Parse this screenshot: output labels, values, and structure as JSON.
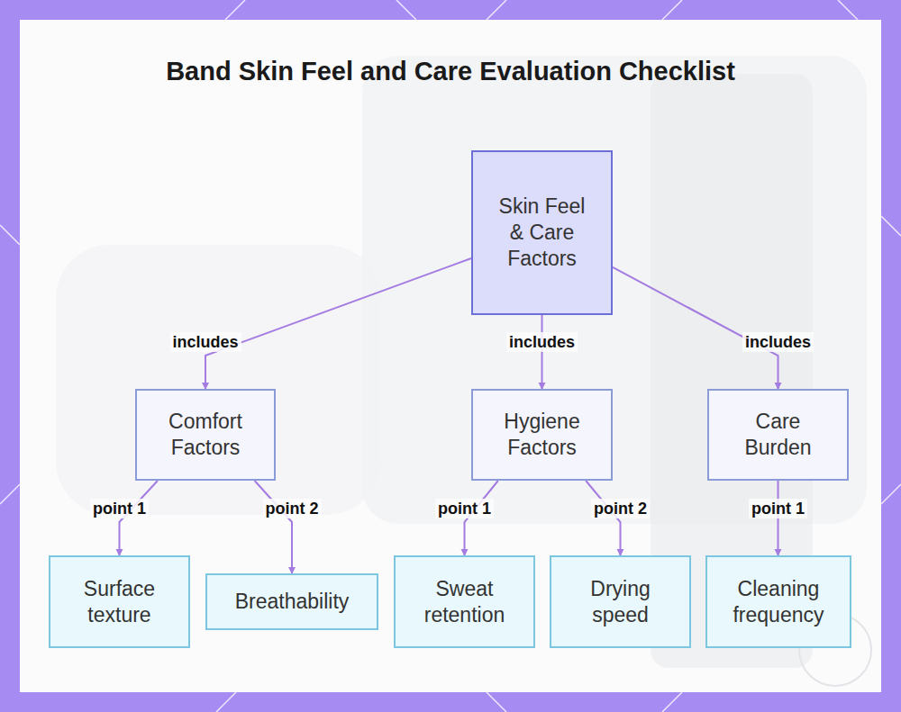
{
  "diagram": {
    "title": "Band Skin Feel and Care Evaluation Checklist",
    "nodes": [
      {
        "text": [
          "Skin Feel & Care Factors"
        ]
      },
      {
        "text": [
          "Comfort Factors"
        ]
      },
      {
        "text": [
          "Hygiene Factors"
        ]
      },
      {
        "text": [
          "Care Burden"
        ]
      },
      {
        "text": [
          "Surface texture"
        ]
      },
      {
        "text": [
          "Breathability"
        ]
      },
      {
        "text": [
          "Sweat retention"
        ]
      },
      {
        "text": [
          "Drying speed"
        ]
      },
      {
        "text": [
          "Cleaning frequency"
        ]
      }
    ],
    "edges": [
      {
        "from": 0,
        "to": 1,
        "label": "includes",
        "arrow": "to"
      },
      {
        "from": 0,
        "to": 2,
        "label": "includes",
        "arrow": "to"
      },
      {
        "from": 0,
        "to": 3,
        "label": "includes",
        "arrow": "to"
      },
      {
        "from": 1,
        "to": 4,
        "label": "point 1",
        "arrow": "to"
      },
      {
        "from": 1,
        "to": 5,
        "label": "point 2",
        "arrow": "to"
      },
      {
        "from": 2,
        "to": 6,
        "label": "point 1",
        "arrow": "to"
      },
      {
        "from": 2,
        "to": 7,
        "label": "point 2",
        "arrow": "to"
      },
      {
        "from": 3,
        "to": 8,
        "label": "point 1",
        "arrow": "to"
      }
    ]
  }
}
